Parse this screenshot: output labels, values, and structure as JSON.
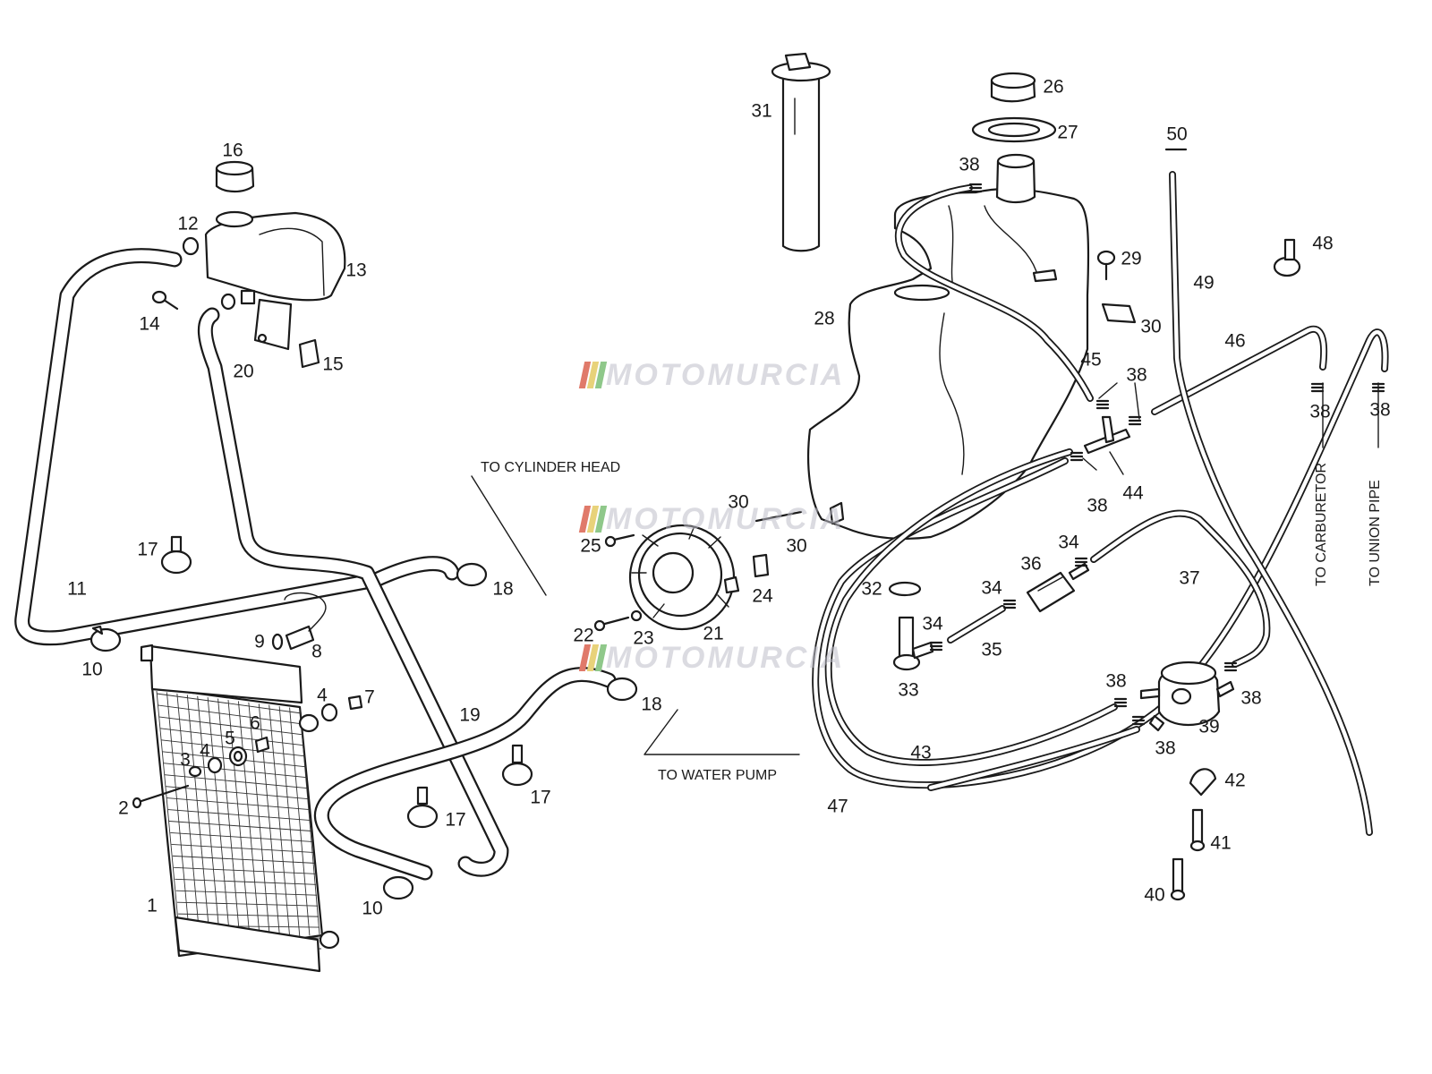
{
  "watermark": "MOTOMURCIA",
  "annotations": {
    "to_cylinder_head": "TO CYLINDER HEAD",
    "to_water_pump": "TO WATER PUMP",
    "to_carburetor": "TO CARBURETOR",
    "to_union_pipe": "TO UNION PIPE"
  },
  "callouts": {
    "c1": "1",
    "c2": "2",
    "c3": "3",
    "c4a": "4",
    "c4b": "4",
    "c5": "5",
    "c6": "6",
    "c7": "7",
    "c8": "8",
    "c9": "9",
    "c10a": "10",
    "c10b": "10",
    "c11": "11",
    "c12": "12",
    "c13": "13",
    "c14": "14",
    "c15": "15",
    "c16": "16",
    "c17a": "17",
    "c17b": "17",
    "c17c": "17",
    "c18a": "18",
    "c18b": "18",
    "c19": "19",
    "c20": "20",
    "c21": "21",
    "c22": "22",
    "c23": "23",
    "c24": "24",
    "c25": "25",
    "c26": "26",
    "c27": "27",
    "c28": "28",
    "c29": "29",
    "c30a": "30",
    "c30b": "30",
    "c30c": "30",
    "c31": "31",
    "c32": "32",
    "c33": "33",
    "c34a": "34",
    "c34b": "34",
    "c34c": "34",
    "c35": "35",
    "c36": "36",
    "c37": "37",
    "c38a": "38",
    "c38b": "38",
    "c38c": "38",
    "c38d": "38",
    "c38e": "38",
    "c38f": "38",
    "c38g": "38",
    "c38h": "38",
    "c39": "39",
    "c40": "40",
    "c41": "41",
    "c42": "42",
    "c43": "43",
    "c44": "44",
    "c45": "45",
    "c46": "46",
    "c47": "47",
    "c48": "48",
    "c49": "49",
    "c50": "50"
  }
}
